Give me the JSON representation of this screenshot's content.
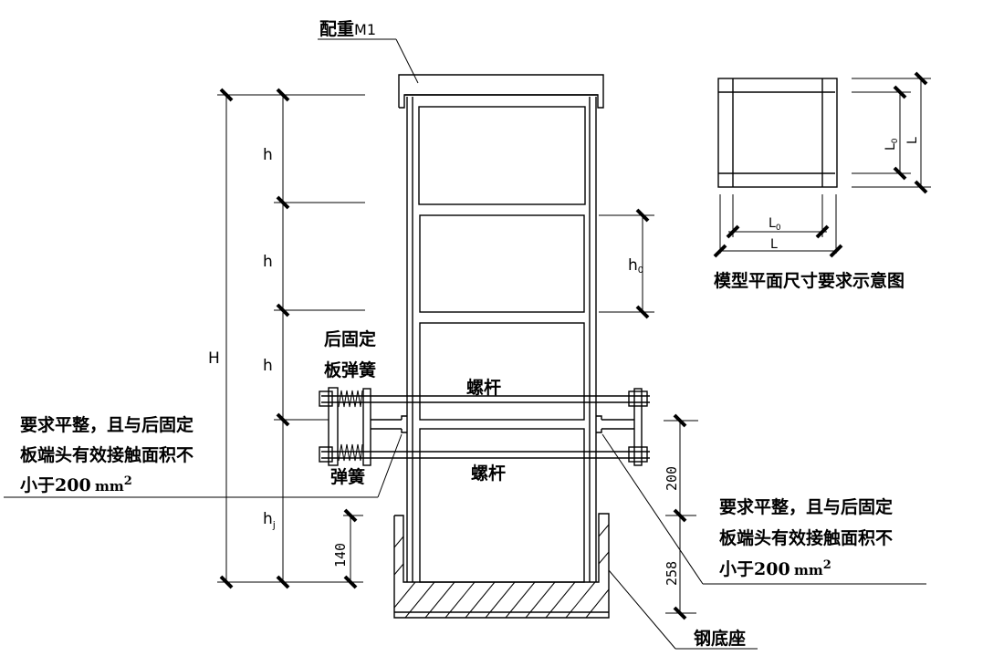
{
  "title": "Model structure elevation with base, springs and screw rods",
  "labels": {
    "counterweight": "配重",
    "counterweight_suffix": "M1",
    "rear_fixed_plate_spring_line1": "后固定",
    "rear_fixed_plate_spring_line2": "板弹簧",
    "screw_rod_top": "螺杆",
    "screw_rod_bottom": "螺杆",
    "spring": "弹簧",
    "steel_base": "钢底座",
    "plan_caption": "模型平面尺寸要求示意图"
  },
  "notes": {
    "left": {
      "line1": "要求平整，且与后固定",
      "line2": "板端头有效接触面积不",
      "line3": "小于200",
      "unit": "mm",
      "sup": "2"
    },
    "right": {
      "line1": "要求平整，且与后固定",
      "line2": "板端头有效接触面积不",
      "line3": "小于200",
      "unit": "mm",
      "sup": "2"
    }
  },
  "dimensions": {
    "total_height": "H",
    "story_heights": [
      "h",
      "h",
      "h"
    ],
    "base_height": "h",
    "base_height_sub": "j",
    "column_clear_height": "h",
    "column_clear_height_sub": "0",
    "dim_140": "140",
    "dim_200": "200",
    "dim_258": "258",
    "plan_L": "L",
    "plan_L0": "L",
    "plan_L0_sub": "0"
  }
}
